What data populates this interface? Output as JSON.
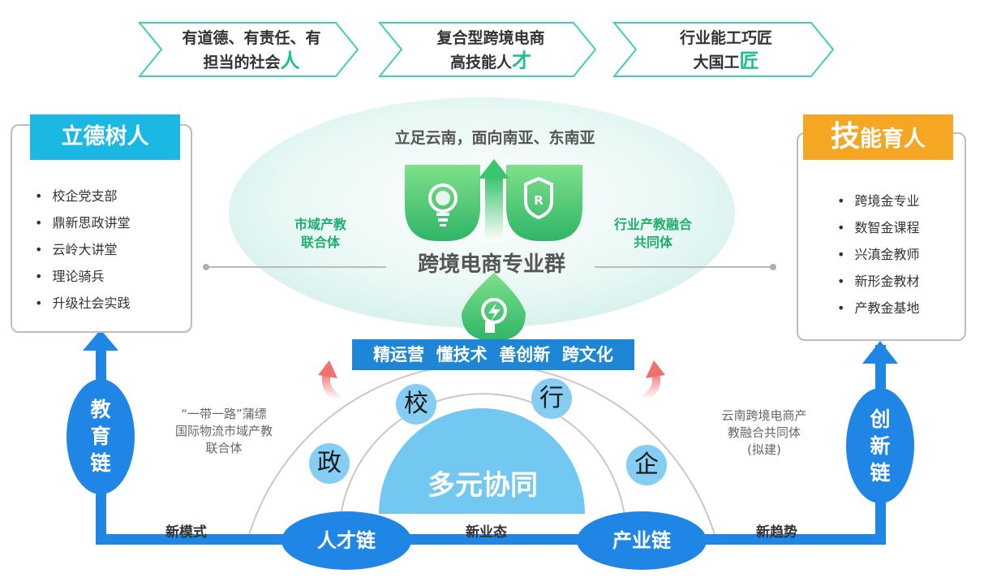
{
  "goals": [
    {
      "line1": "有道德、有责任、有",
      "line2": "担当的社会",
      "highlight": "人"
    },
    {
      "line1": "复合型跨境电商",
      "line2": "高技能人",
      "highlight": "才"
    },
    {
      "line1": "行业能工巧匠",
      "line2": "大国工",
      "highlight": "匠"
    }
  ],
  "left_panel": {
    "tag_big": "立德",
    "tag_rest": "树人",
    "tag_color": "#1ab8e2",
    "items": [
      "校企党支部",
      "鼎新思政讲堂",
      "云岭大讲堂",
      "理论骑兵",
      "升级社会实践"
    ]
  },
  "right_panel": {
    "tag_big": "技",
    "tag_rest": "能育人",
    "tag_color": "#f5a623",
    "items": [
      "跨境金专业",
      "数智金课程",
      "兴滇金教师",
      "新形金教材",
      "产教金基地"
    ]
  },
  "center": {
    "top_text": "立足云南，面向南亚、东南亚",
    "left_caption_1": "市域产教",
    "left_caption_2": "联合体",
    "right_caption_1": "行业产教融合",
    "right_caption_2": "共同体",
    "main_title": "跨境电商专业群",
    "banner": "精运营  懂技术  善创新  跨文化",
    "banner_color": "#1f86d6"
  },
  "arc": {
    "center_label": "多元协同",
    "circles": [
      "政",
      "校",
      "行",
      "企"
    ]
  },
  "chains": {
    "left_vertical": "教育链",
    "right_vertical": "创新链",
    "left_oval": "人才链",
    "right_oval": "产业链",
    "mode_left": "新模式",
    "mode_mid": "新业态",
    "mode_right": "新趋势",
    "chain_color": "#1f86e6"
  },
  "notes": {
    "left": [
      "“一带一路”蒲缥",
      "国际物流市域产教",
      "联合体"
    ],
    "right": [
      "云南跨境电商产",
      "教融合共同体",
      "(拟建)"
    ]
  },
  "icons": [
    "lightbulb-icon",
    "shield-r-icon",
    "upward-arrow-icon",
    "head-bolt-icon",
    "curved-arrow-icon"
  ]
}
